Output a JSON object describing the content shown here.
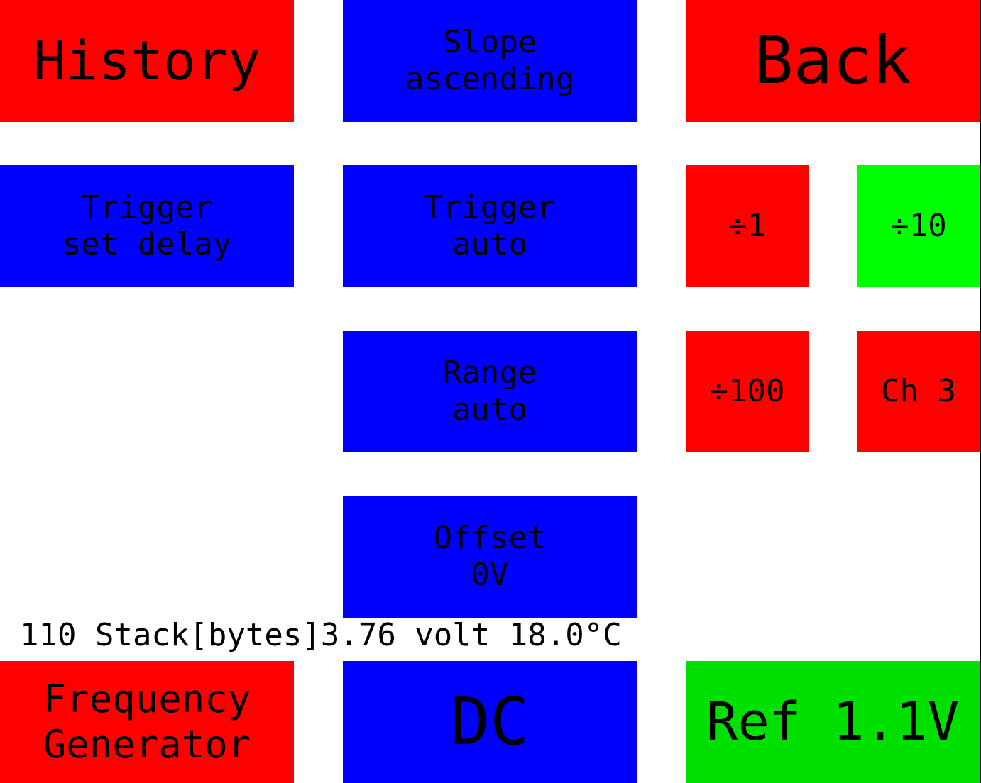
{
  "buttons": {
    "history": {
      "label": "History",
      "color": "#ff0000"
    },
    "slope": {
      "line1": "Slope",
      "line2": "ascending",
      "color": "#0000ff"
    },
    "back": {
      "label": "Back",
      "color": "#ff0000"
    },
    "trigger_delay": {
      "line1": "Trigger",
      "line2": "set delay",
      "color": "#0000ff"
    },
    "trigger_mode": {
      "line1": "Trigger",
      "line2": "auto",
      "color": "#0000ff"
    },
    "div1": {
      "label": "÷1",
      "color": "#ff0000"
    },
    "div10": {
      "label": "÷10",
      "color": "#00ff00"
    },
    "range": {
      "line1": "Range",
      "line2": "auto",
      "color": "#0000ff"
    },
    "div100": {
      "label": "÷100",
      "color": "#ff0000"
    },
    "channel": {
      "label": "Ch 3",
      "color": "#ff0000"
    },
    "offset": {
      "line1": "Offset",
      "line2": "0V",
      "color": "#0000ff"
    },
    "freq_gen": {
      "line1": "Frequency",
      "line2": "Generator",
      "color": "#ff0000"
    },
    "coupling": {
      "label": "DC",
      "color": "#0000ff"
    },
    "reference": {
      "label": "Ref 1.1V",
      "color": "#00e000"
    }
  },
  "status": {
    "text": "110 Stack[bytes]3.76 volt 18.0°C"
  }
}
